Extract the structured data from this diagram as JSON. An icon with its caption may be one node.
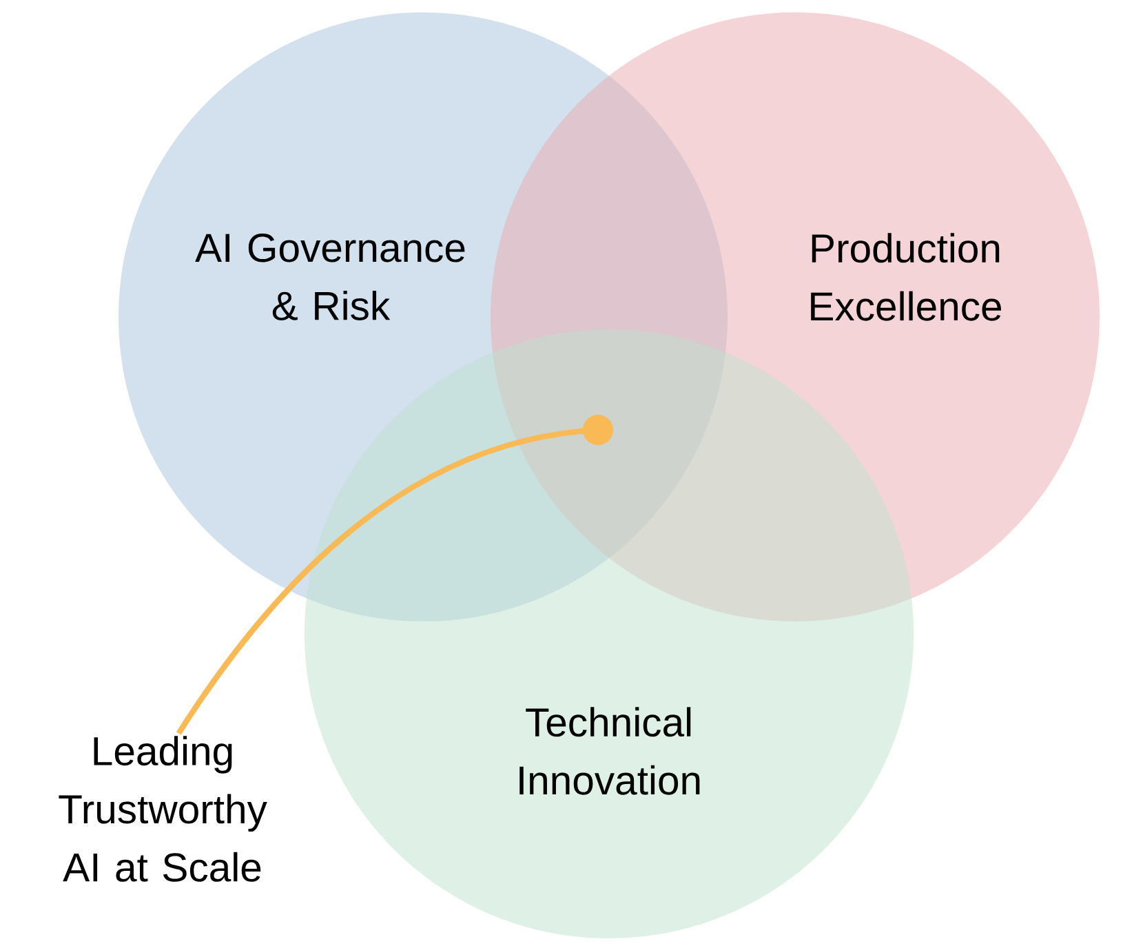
{
  "diagram": {
    "nodes": [
      {
        "text": [
          "AI Governance & Risk"
        ]
      },
      {
        "text": [
          "Production Excellence"
        ]
      },
      {
        "text": [
          "Technical Innovation"
        ]
      },
      {
        "text": [
          "Leading Trustworthy AI at Scale"
        ]
      },
      {
        "text": [],
        "shape": "circle"
      }
    ],
    "edges": [
      {
        "from": 3,
        "to": 4,
        "arrow": "none",
        "color": "#f9b955"
      }
    ]
  }
}
